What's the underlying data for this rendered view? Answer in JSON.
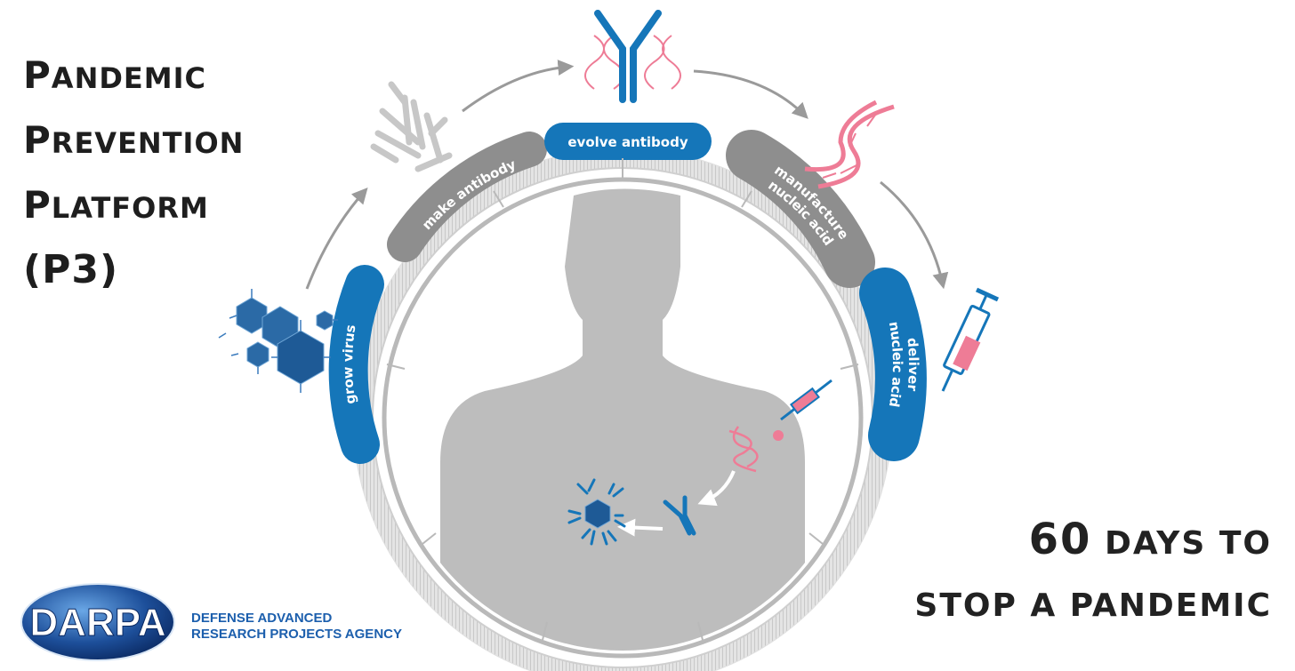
{
  "title": {
    "line1_initial": "P",
    "line1_rest": "ANDEMIC",
    "line2_initial": "P",
    "line2_rest": "REVENTION",
    "line3_initial": "P",
    "line3_rest": "LATFORM",
    "line4": "(P3)"
  },
  "steps": {
    "grow_virus": "grow virus",
    "make_antibody": "make antibody",
    "evolve_antibody": "evolve antibody",
    "manufacture_line1": "manufacture",
    "manufacture_line2": "nucleic acid",
    "deliver_line1": "deliver",
    "deliver_line2": "nucleic acid"
  },
  "tagline": {
    "number": "60",
    "line1_rest": "DAYS TO",
    "line2": "STOP A PANDEMIC"
  },
  "logo": {
    "wordmark": "DARPA",
    "agency_line1": "DEFENSE ADVANCED",
    "agency_line2": "RESEARCH PROJECTS AGENCY"
  },
  "colors": {
    "blue_step": "#1576b9",
    "gray_step": "#8e8e8e",
    "silhouette": "#bdbdbd",
    "ring": "#c9c9c9",
    "dna_pink": "#ee7c96",
    "arrow_gray": "#9a9a9a",
    "darpa_blue": "#1c5fad"
  },
  "icons": [
    "virus-cluster-icon",
    "antibody-pile-icon",
    "antibody-dna-icon",
    "dna-helix-icon",
    "syringe-icon",
    "small-syringe-icon",
    "small-dna-icon",
    "small-antibody-icon",
    "neutralized-virus-icon"
  ]
}
